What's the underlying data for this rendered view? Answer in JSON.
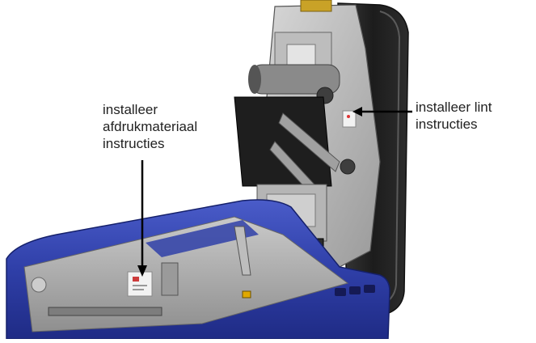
{
  "callouts": {
    "media": {
      "lines": [
        "installeer",
        "afdrukmateriaal",
        "instructies"
      ]
    },
    "ribbon": {
      "lines": [
        "installeer lint",
        "instructies"
      ]
    }
  },
  "colors": {
    "case_blue": "#2f3fa8",
    "case_dark_blue": "#1f2b85",
    "mechanism_gray": "#a9a9a9",
    "mechanism_dark": "#4a4a4a",
    "lid_black": "#1c1c1c",
    "arrow": "#000000",
    "label_sticker": "#f2f2f2"
  }
}
